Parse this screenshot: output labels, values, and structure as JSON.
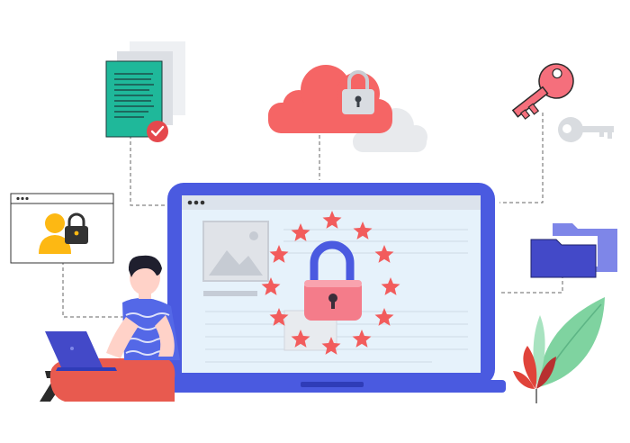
{
  "scene": {
    "subject": "data-privacy-illustration",
    "colors": {
      "laptop_frame": "#4A5AE0",
      "screen_bg": "#E6F2FB",
      "lock_body": "#F47C8A",
      "lock_shackle": "#4A5AE0",
      "star": "#F25C5C",
      "cloud_main": "#F56565",
      "cloud_back": "#E8EAED",
      "document": "#1FB89A",
      "check_badge": "#E5484D",
      "key_main": "#F56F7C",
      "key_back": "#D9DCE0",
      "folder": "#4349C8",
      "person_shirt": "#5468E7",
      "person_pants": "#E85A4F",
      "person_skin": "#FFD2C8",
      "user_icon": "#FDB813",
      "leaf": "#7FD3A0",
      "plant_red": "#E0433A",
      "dashed_line": "#666666"
    },
    "icons": [
      "document-check-icon",
      "cloud-lock-icon",
      "key-icon",
      "user-lock-window-icon",
      "folder-icon",
      "padlock-icon",
      "eu-stars-ring",
      "image-placeholder-icon",
      "plant-icon",
      "person-with-laptop"
    ]
  }
}
